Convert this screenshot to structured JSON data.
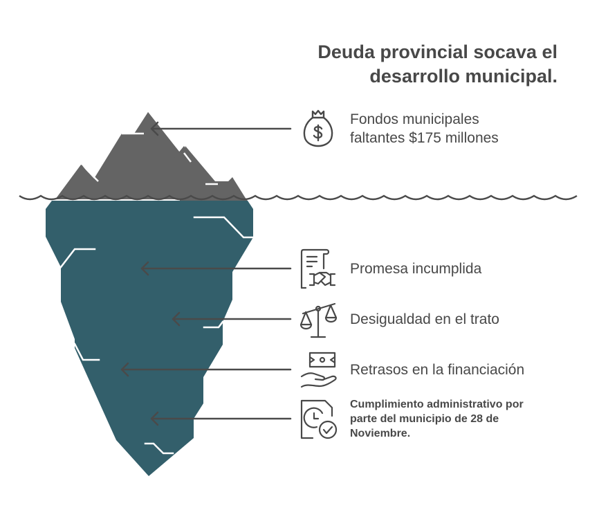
{
  "title": "Deuda provincial socava el desarrollo municipal.",
  "colors": {
    "above_water": "#646464",
    "below_water": "#335f6b",
    "text": "#484848",
    "arrow": "#4a4a4a",
    "wave": "#4a4a4a"
  },
  "above_water": [
    {
      "icon": "money-bag-dollar-icon",
      "label": "Fondos municipales faltantes $175 millones"
    }
  ],
  "below_water": [
    {
      "icon": "contract-handshake-icon",
      "label": "Promesa incumplida"
    },
    {
      "icon": "scales-unbalanced-icon",
      "label": "Desigualdad en el trato"
    },
    {
      "icon": "hand-money-icon",
      "label": "Retrasos en la financiación"
    },
    {
      "icon": "document-clock-check-icon",
      "label": "Cumplimiento administrativo por parte del municipio de 28 de Noviembre."
    }
  ]
}
